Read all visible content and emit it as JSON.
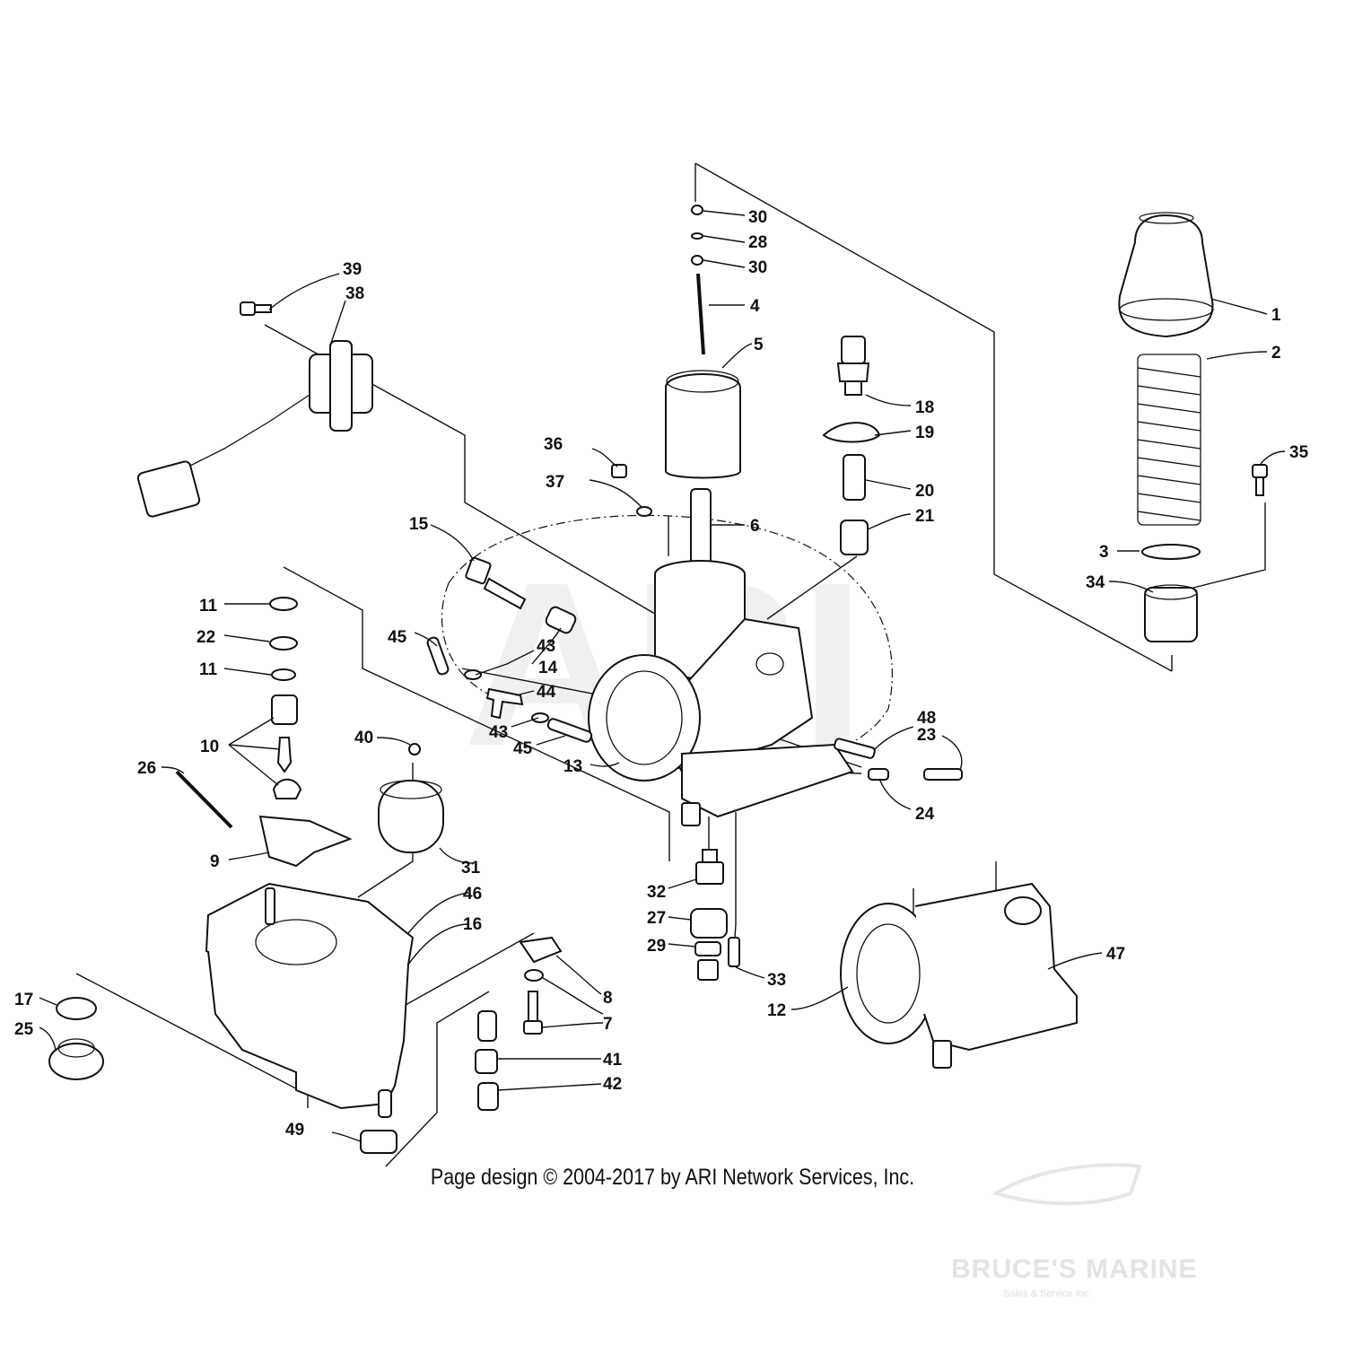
{
  "diagram": {
    "parts": [
      {
        "id": "p1",
        "label": "1"
      },
      {
        "id": "p2",
        "label": "2"
      },
      {
        "id": "p3",
        "label": "3"
      },
      {
        "id": "p4",
        "label": "4"
      },
      {
        "id": "p5",
        "label": "5"
      },
      {
        "id": "p6",
        "label": "6"
      },
      {
        "id": "p7",
        "label": "7"
      },
      {
        "id": "p8",
        "label": "8"
      },
      {
        "id": "p9",
        "label": "9"
      },
      {
        "id": "p10",
        "label": "10"
      },
      {
        "id": "p11a",
        "label": "11"
      },
      {
        "id": "p11b",
        "label": "11"
      },
      {
        "id": "p12",
        "label": "12"
      },
      {
        "id": "p13",
        "label": "13"
      },
      {
        "id": "p14",
        "label": "14"
      },
      {
        "id": "p15",
        "label": "15"
      },
      {
        "id": "p16",
        "label": "16"
      },
      {
        "id": "p17",
        "label": "17"
      },
      {
        "id": "p18",
        "label": "18"
      },
      {
        "id": "p19",
        "label": "19"
      },
      {
        "id": "p20",
        "label": "20"
      },
      {
        "id": "p21",
        "label": "21"
      },
      {
        "id": "p22",
        "label": "22"
      },
      {
        "id": "p23",
        "label": "23"
      },
      {
        "id": "p24",
        "label": "24"
      },
      {
        "id": "p25",
        "label": "25"
      },
      {
        "id": "p26",
        "label": "26"
      },
      {
        "id": "p27",
        "label": "27"
      },
      {
        "id": "p28",
        "label": "28"
      },
      {
        "id": "p29",
        "label": "29"
      },
      {
        "id": "p30a",
        "label": "30"
      },
      {
        "id": "p30b",
        "label": "30"
      },
      {
        "id": "p31",
        "label": "31"
      },
      {
        "id": "p32",
        "label": "32"
      },
      {
        "id": "p33",
        "label": "33"
      },
      {
        "id": "p34",
        "label": "34"
      },
      {
        "id": "p35",
        "label": "35"
      },
      {
        "id": "p36",
        "label": "36"
      },
      {
        "id": "p37",
        "label": "37"
      },
      {
        "id": "p38",
        "label": "38"
      },
      {
        "id": "p39",
        "label": "39"
      },
      {
        "id": "p40",
        "label": "40"
      },
      {
        "id": "p41",
        "label": "41"
      },
      {
        "id": "p42",
        "label": "42"
      },
      {
        "id": "p43a",
        "label": "43"
      },
      {
        "id": "p43b",
        "label": "43"
      },
      {
        "id": "p44",
        "label": "44"
      },
      {
        "id": "p45a",
        "label": "45"
      },
      {
        "id": "p45b",
        "label": "45"
      },
      {
        "id": "p46",
        "label": "46"
      },
      {
        "id": "p47",
        "label": "47"
      },
      {
        "id": "p48",
        "label": "48"
      },
      {
        "id": "p49",
        "label": "49"
      }
    ]
  },
  "footer": {
    "copyright": "Page design © 2004-2017 by ARI Network Services, Inc."
  },
  "watermarks": {
    "center": "ARI",
    "brand": "BRUCE'S MARINE",
    "brand_sub": "Sales & Service Inc."
  }
}
